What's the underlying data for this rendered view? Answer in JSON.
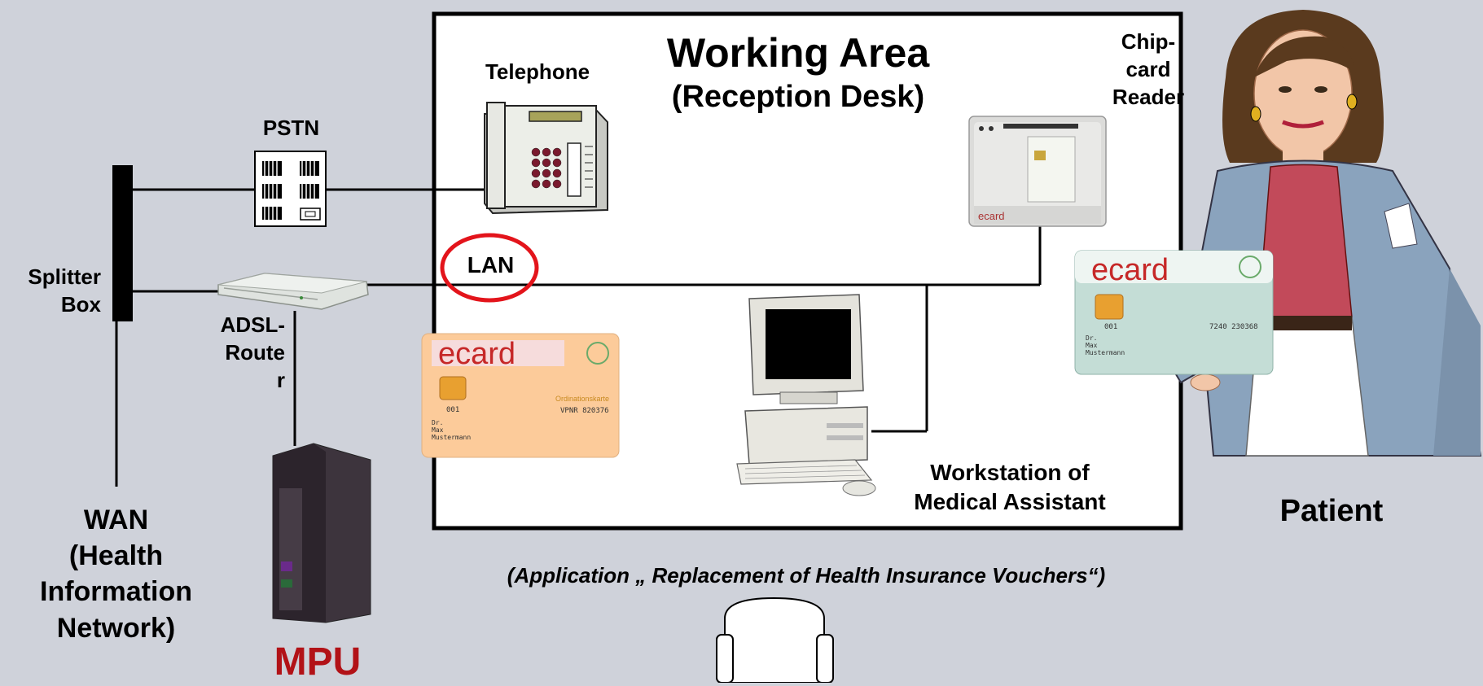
{
  "diagram": {
    "working_area": {
      "title": "Working Area",
      "subtitle": "(Reception Desk)"
    },
    "labels": {
      "telephone": "Telephone",
      "pstn": "PSTN",
      "chipcard_reader": [
        "Chip-",
        "card",
        "Reader"
      ],
      "splitter_box": [
        "Splitter",
        "Box"
      ],
      "adsl_router": [
        "ADSL-",
        "Route",
        "r"
      ],
      "lan": "LAN",
      "wan": [
        "WAN",
        "(Health",
        "Information",
        "Network)"
      ],
      "mpu": "MPU",
      "workstation": [
        "Workstation of",
        "Medical Assistant"
      ],
      "patient": "Patient",
      "caption": "(Application „ Replacement of Health Insurance Vouchers“)"
    },
    "ecard_large": {
      "logo": "ecard",
      "chip_number": "001",
      "card_type": "Ordinationskarte",
      "vpnr": "VPNR 820376",
      "holder": [
        "Dr.",
        "Max",
        "Mustermann"
      ]
    },
    "ecard_patient": {
      "logo": "ecard",
      "chip_number": "001",
      "card_number": "7240 230368",
      "holder": [
        "Dr.",
        "Max",
        "Mustermann"
      ]
    },
    "reader_logo": "ecard",
    "colors": {
      "background": "#cfd2da",
      "mpu": "#b21217",
      "lan_circle": "#e3141b",
      "ecard_red": "#c62828",
      "ecard_green": "#6aaa6a"
    }
  }
}
